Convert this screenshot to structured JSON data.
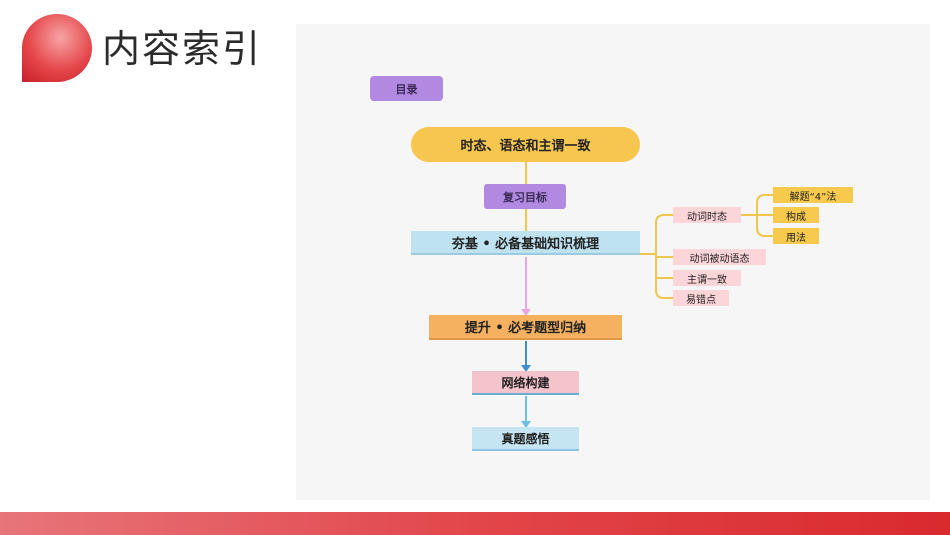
{
  "header": {
    "title": "内容索引"
  },
  "diagram": {
    "toc": "目录",
    "main_title": "时态、语态和主谓一致",
    "review": "复习目标",
    "basics": "夯基 • 必备基础知识梳理",
    "improve": "提升 • 必考题型归纳",
    "network": "网络构建",
    "real": "真题感悟",
    "branches": {
      "tense": "动词时态",
      "voice": "动词被动语态",
      "agreement": "主谓一致",
      "errors": "易错点"
    },
    "leaves": {
      "four_methods": "解题“4”法",
      "form": "构成",
      "usage": "用法"
    }
  }
}
